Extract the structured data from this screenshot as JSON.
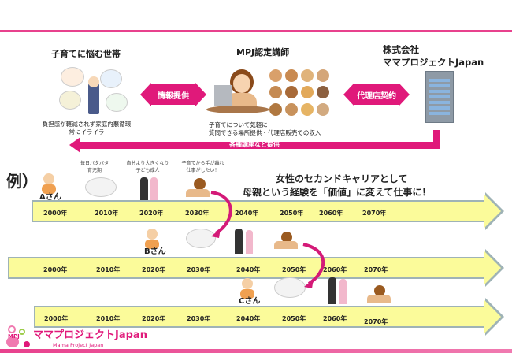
{
  "diagram": {
    "household": {
      "title": "子育てに悩む世帯",
      "caption_1": "負担感が軽減されず家庭内悪循環",
      "caption_2": "常にイライラ"
    },
    "instructor": {
      "title": "MPJ認定講師",
      "caption_1": "子育てについて気軽に",
      "caption_2": "質問できる場所提供・代理店販売での収入"
    },
    "company": {
      "title_1": "株式会社",
      "title_2": "ママプロジェクトJapan"
    },
    "arrow_info": "情報提供",
    "arrow_agency": "代理店契約",
    "arrow_courses": "各種講座など提供"
  },
  "example": {
    "label": "例）",
    "headline_1": "女性のセカンドキャリアとして",
    "headline_2": "母親という経験を「価値」に変えて仕事に！",
    "notes": [
      "毎日バタバタ",
      "育児期",
      "自分より大きくなり",
      "子ども成人",
      "子育てから手が離れ",
      "仕事がしたい！"
    ],
    "persons": [
      "Aさん",
      "Bさん",
      "Cさん"
    ],
    "years": [
      "2000年",
      "2010年",
      "2020年",
      "2030年",
      "2040年",
      "2050年",
      "2060年",
      "2070年"
    ]
  },
  "logo": {
    "name": "ママプロジェクトJapan",
    "sub": "Mama Project Japan",
    "mark": "MPJ"
  },
  "colors": {
    "accent": "#e0197a",
    "timeline": "#fbfb9a"
  }
}
